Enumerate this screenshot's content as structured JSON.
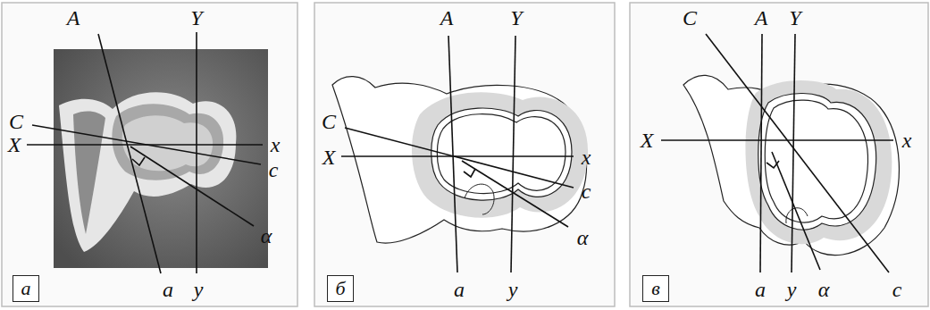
{
  "diagram": {
    "nodes": [
      {
        "text": [
          "а"
        ]
      },
      {
        "text": [
          "б"
        ]
      },
      {
        "text": [
          "в"
        ]
      }
    ],
    "labels": [
      "A",
      "Y",
      "C",
      "X",
      "x",
      "c",
      "α",
      "a",
      "y",
      "A",
      "Y",
      "C",
      "X",
      "x",
      "c",
      "α",
      "a",
      "y",
      "C",
      "A",
      "Y",
      "X",
      "x",
      "a",
      "y",
      "α",
      "c"
    ]
  }
}
